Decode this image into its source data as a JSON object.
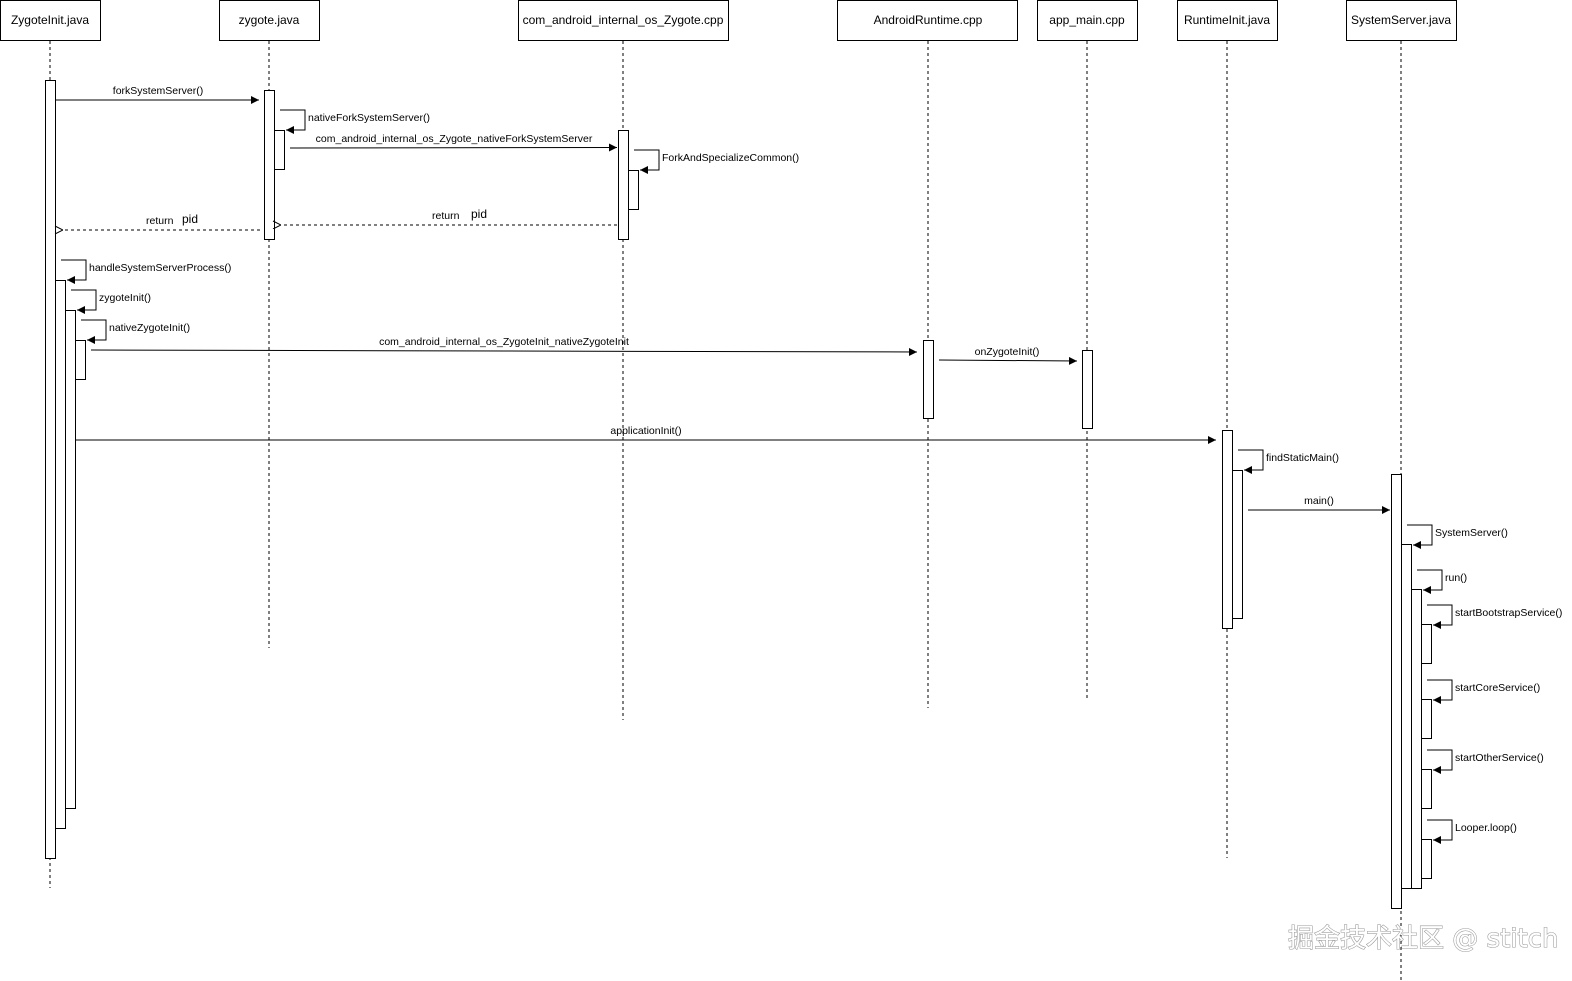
{
  "participants": [
    {
      "id": "p0",
      "label": "ZygoteInit.java"
    },
    {
      "id": "p1",
      "label": "zygote.java"
    },
    {
      "id": "p2",
      "label": "com_android_internal_os_Zygote.cpp"
    },
    {
      "id": "p3",
      "label": "AndroidRuntime.cpp"
    },
    {
      "id": "p4",
      "label": "app_main.cpp"
    },
    {
      "id": "p5",
      "label": "RuntimeInit.java"
    },
    {
      "id": "p6",
      "label": "SystemServer.java"
    }
  ],
  "messages": [
    {
      "id": "m0",
      "from": "p0",
      "to": "p1",
      "label": "forkSystemServer()",
      "kind": "call"
    },
    {
      "id": "m1",
      "from": "p1",
      "to": "p1",
      "label": "nativeForkSystemServer()",
      "kind": "self"
    },
    {
      "id": "m2",
      "from": "p1",
      "to": "p2",
      "label": "com_android_internal_os_Zygote_nativeForkSystemServer",
      "kind": "call"
    },
    {
      "id": "m3",
      "from": "p2",
      "to": "p2",
      "label": "ForkAndSpecializeCommon()",
      "kind": "self"
    },
    {
      "id": "m4",
      "from": "p2",
      "to": "p1",
      "label": "return",
      "value": "pid",
      "kind": "return"
    },
    {
      "id": "m5",
      "from": "p1",
      "to": "p0",
      "label": "return",
      "value": "pid",
      "kind": "return"
    },
    {
      "id": "m6",
      "from": "p0",
      "to": "p0",
      "label": "handleSystemServerProcess()",
      "kind": "self"
    },
    {
      "id": "m7",
      "from": "p0",
      "to": "p0",
      "label": "zygoteInit()",
      "kind": "self"
    },
    {
      "id": "m8",
      "from": "p0",
      "to": "p0",
      "label": "nativeZygoteInit()",
      "kind": "self"
    },
    {
      "id": "m9",
      "from": "p0",
      "to": "p3",
      "label": "com_android_internal_os_ZygoteInit_nativeZygoteInit",
      "kind": "call"
    },
    {
      "id": "m10",
      "from": "p3",
      "to": "p4",
      "label": "onZygoteInit()",
      "kind": "call"
    },
    {
      "id": "m11",
      "from": "p0",
      "to": "p5",
      "label": "applicationInit()",
      "kind": "call"
    },
    {
      "id": "m12",
      "from": "p5",
      "to": "p5",
      "label": "findStaticMain()",
      "kind": "self"
    },
    {
      "id": "m13",
      "from": "p5",
      "to": "p6",
      "label": "main()",
      "kind": "call"
    },
    {
      "id": "m14",
      "from": "p6",
      "to": "p6",
      "label": "SystemServer()",
      "kind": "self"
    },
    {
      "id": "m15",
      "from": "p6",
      "to": "p6",
      "label": "run()",
      "kind": "self"
    },
    {
      "id": "m16",
      "from": "p6",
      "to": "p6",
      "label": "startBootstrapService()",
      "kind": "self"
    },
    {
      "id": "m17",
      "from": "p6",
      "to": "p6",
      "label": "startCoreService()",
      "kind": "self"
    },
    {
      "id": "m18",
      "from": "p6",
      "to": "p6",
      "label": "startOtherService()",
      "kind": "self"
    },
    {
      "id": "m19",
      "from": "p6",
      "to": "p6",
      "label": "Looper.loop()",
      "kind": "self"
    }
  ],
  "watermark": "掘金技术社区 @ stitch",
  "colors": {
    "line": "#000000",
    "background": "#ffffff",
    "watermark": "#9a9a9a"
  }
}
